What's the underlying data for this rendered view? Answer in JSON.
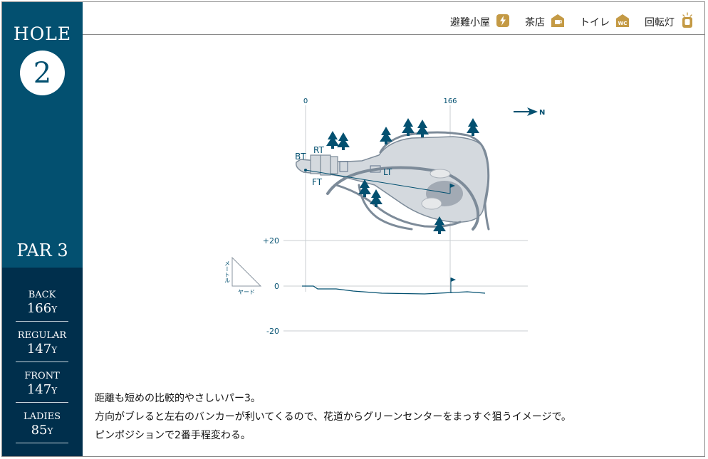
{
  "hole": {
    "label": "HOLE",
    "number": "2",
    "par": "PAR 3"
  },
  "tees": [
    {
      "name": "BACK",
      "yards": "166",
      "unit": "Y"
    },
    {
      "name": "REGULAR",
      "yards": "147",
      "unit": "Y"
    },
    {
      "name": "FRONT",
      "yards": "147",
      "unit": "Y"
    },
    {
      "name": "LADIES",
      "yards": "85",
      "unit": "Y"
    }
  ],
  "legend": [
    {
      "label": "避難小屋",
      "icon": "lightning-icon"
    },
    {
      "label": "茶店",
      "icon": "cup-icon"
    },
    {
      "label": "トイレ",
      "icon": "wc-icon"
    },
    {
      "label": "回転灯",
      "icon": "rotating-light-icon"
    }
  ],
  "map": {
    "distance_start": "0",
    "distance_end": "166",
    "north": "N",
    "tee_labels": {
      "bt": "BT",
      "rt": "RT",
      "ft": "FT",
      "lt": "LT"
    },
    "elevation_ticks": [
      "+20",
      "0",
      "-20"
    ],
    "scale_vertical": "メートル",
    "scale_horizontal": "ヤード"
  },
  "description": [
    "距離も短めの比較的やさしいパー3。",
    "方向がブレると左右のバンカーが利いてくるので、花道からグリーンセンターをまっすぐ狙うイメージで。",
    "ピンポジションで2番手程変わる。"
  ],
  "colors": {
    "sidebar_top": "#035070",
    "sidebar_bottom": "#002f4c",
    "icon_gold": "#c49a45",
    "course_fill": "#d4d9de",
    "cart_path": "#7d8b99"
  }
}
